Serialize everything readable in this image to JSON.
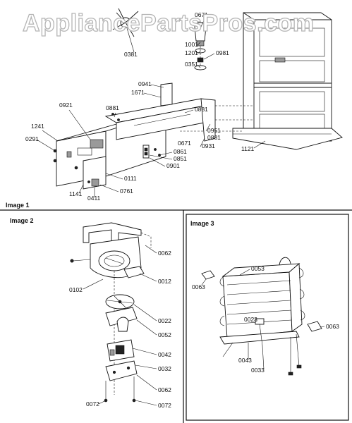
{
  "watermark": "AppliancePartsPros.com",
  "panels": {
    "image1": "Image 1",
    "image2": "Image 2",
    "image3": "Image 3"
  },
  "image1_labels": [
    "0671",
    "1001",
    "1201",
    "0981",
    "0351",
    "0381",
    "0941",
    "1671",
    "0921",
    "0881",
    "0881",
    "1241",
    "0291",
    "0951",
    "0881",
    "0671",
    "0931",
    "1121",
    "0861",
    "0851",
    "0901",
    "0111",
    "1141",
    "0411",
    "0761"
  ],
  "image2_labels": [
    "0062",
    "0012",
    "0102",
    "0022",
    "0052",
    "0042",
    "0032",
    "0062",
    "0072",
    "0072"
  ],
  "image3_labels": [
    "0053",
    "0063",
    "0023",
    "0063",
    "0043",
    "0033"
  ]
}
